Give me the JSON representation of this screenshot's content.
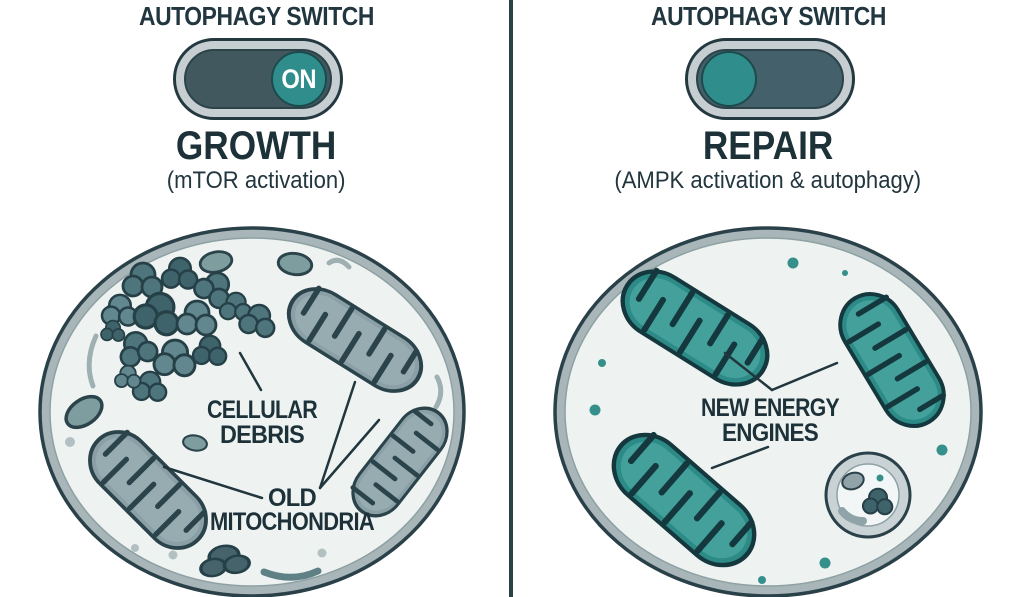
{
  "colors": {
    "background": "#ffffff",
    "divider_slate": "#2b4249",
    "dark_slate_text": "#1d3138",
    "toggle_rim_silver": "#c6ced1",
    "toggle_track_slate": "#41585f",
    "toggle_knob_teal": "#2f8e8b",
    "new_mitochondria_teal": "#2c8a87",
    "old_mitochondria_gray": "#8aa0a6",
    "debris_slate_teal": "#4f757c",
    "membrane_gray": "#a9b6b9",
    "cell_interior": "#eef3f2"
  },
  "panels": {
    "left": {
      "title": "AUTOPHAGY SWITCH",
      "toggle": {
        "state": "on",
        "label": "ON"
      },
      "heading": "GROWTH",
      "subheading": "(mTOR activation)",
      "cell": {
        "label_debris_line1": "CELLULAR",
        "label_debris_line2": "DEBRIS",
        "label_mito_line1": "OLD",
        "label_mito_line2": "MITOCHONDRIA"
      }
    },
    "right": {
      "title": "AUTOPHAGY SWITCH",
      "toggle": {
        "state": "off",
        "label": ""
      },
      "heading": "REPAIR",
      "subheading": "(AMPK activation & autophagy)",
      "cell": {
        "label_engines_line1": "NEW ENERGY",
        "label_engines_line2": "ENGINES"
      }
    }
  }
}
